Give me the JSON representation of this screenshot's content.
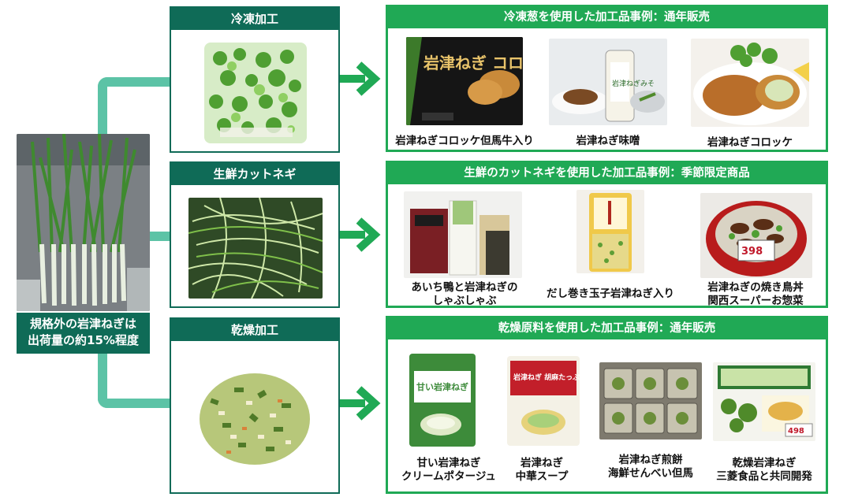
{
  "source": {
    "caption_line1": "規格外の岩津ねぎは",
    "caption_line2": "出荷量の約15%程度"
  },
  "processes": [
    {
      "title": "冷凍加工"
    },
    {
      "title": "生鮮カットネギ"
    },
    {
      "title": "乾燥加工"
    }
  ],
  "examples": [
    {
      "title": "冷凍葱を使用した加工品事例：通年販売",
      "items": [
        {
          "line1": "岩津ねぎコロッケ但馬牛入り",
          "line2": "",
          "package_text": "岩津ねぎ コロッケ"
        },
        {
          "line1": "岩津ねぎ味噌",
          "line2": "",
          "package_text": "岩津ねぎみそ"
        },
        {
          "line1": "岩津ねぎコロッケ",
          "line2": "",
          "package_text": ""
        }
      ]
    },
    {
      "title": "生鮮のカットネギを使用した加工品事例：季節限定商品",
      "items": [
        {
          "line1": "あいち鴨と岩津ねぎの",
          "line2": "しゃぶしゃぶ",
          "package_text": ""
        },
        {
          "line1": "だし巻き玉子岩津ねぎ入り",
          "line2": "",
          "package_text": ""
        },
        {
          "line1": "岩津ねぎの焼き鳥丼",
          "line2": "関西スーパーお惣菜",
          "package_text": "398"
        }
      ]
    },
    {
      "title": "乾燥原料を使用した加工品事例：通年販売",
      "items": [
        {
          "line1": "甘い岩津ねぎ",
          "line2": "クリームポタージュ",
          "package_text": "甘い岩津ねぎ"
        },
        {
          "line1": "岩津ねぎ",
          "line2": "中華スープ",
          "package_text": "岩津ねぎ 胡麻たっぷり"
        },
        {
          "line1": "岩津ねぎ煎餅",
          "line2": "海鮮せんべい但馬",
          "package_text": ""
        },
        {
          "line1": "乾燥岩津ねぎ",
          "line2": "三菱食品と共同開発",
          "package_text": "498"
        }
      ]
    }
  ],
  "colors": {
    "dark_teal": "#0f6b57",
    "green": "#20a955",
    "connector": "#5cc3a6"
  }
}
